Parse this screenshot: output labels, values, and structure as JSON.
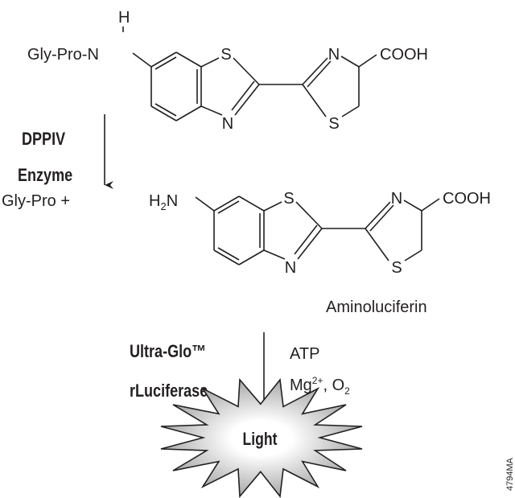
{
  "substrate": {
    "h_label": "H",
    "prefix": "Gly-Pro-N",
    "s1": "S",
    "n1": "N",
    "n2": "N",
    "s2": "S",
    "cooh": "COOH"
  },
  "step1": {
    "enzyme_line1": "DPPIV",
    "enzyme_line2": "Enzyme"
  },
  "products": {
    "gly_pro": "Gly-Pro +",
    "h2n_h": "H",
    "h2n_sub": "2",
    "h2n_n": "N",
    "s1": "S",
    "n1": "N",
    "n2": "N",
    "s2": "S",
    "cooh": "COOH",
    "name": "Aminoluciferin"
  },
  "step2": {
    "enzyme_line1": "Ultra-Glo™",
    "enzyme_line2": "rLuciferase",
    "cofactor1": "ATP",
    "mg": "Mg",
    "mg_sup": "2+",
    "sep": ", O",
    "o2_sub": "2"
  },
  "result": {
    "label": "Light"
  },
  "figure_id": "4794MA",
  "colors": {
    "ink": "#231f20",
    "burst_edge": "#a9a9ab",
    "burst_center": "#ffffff"
  }
}
